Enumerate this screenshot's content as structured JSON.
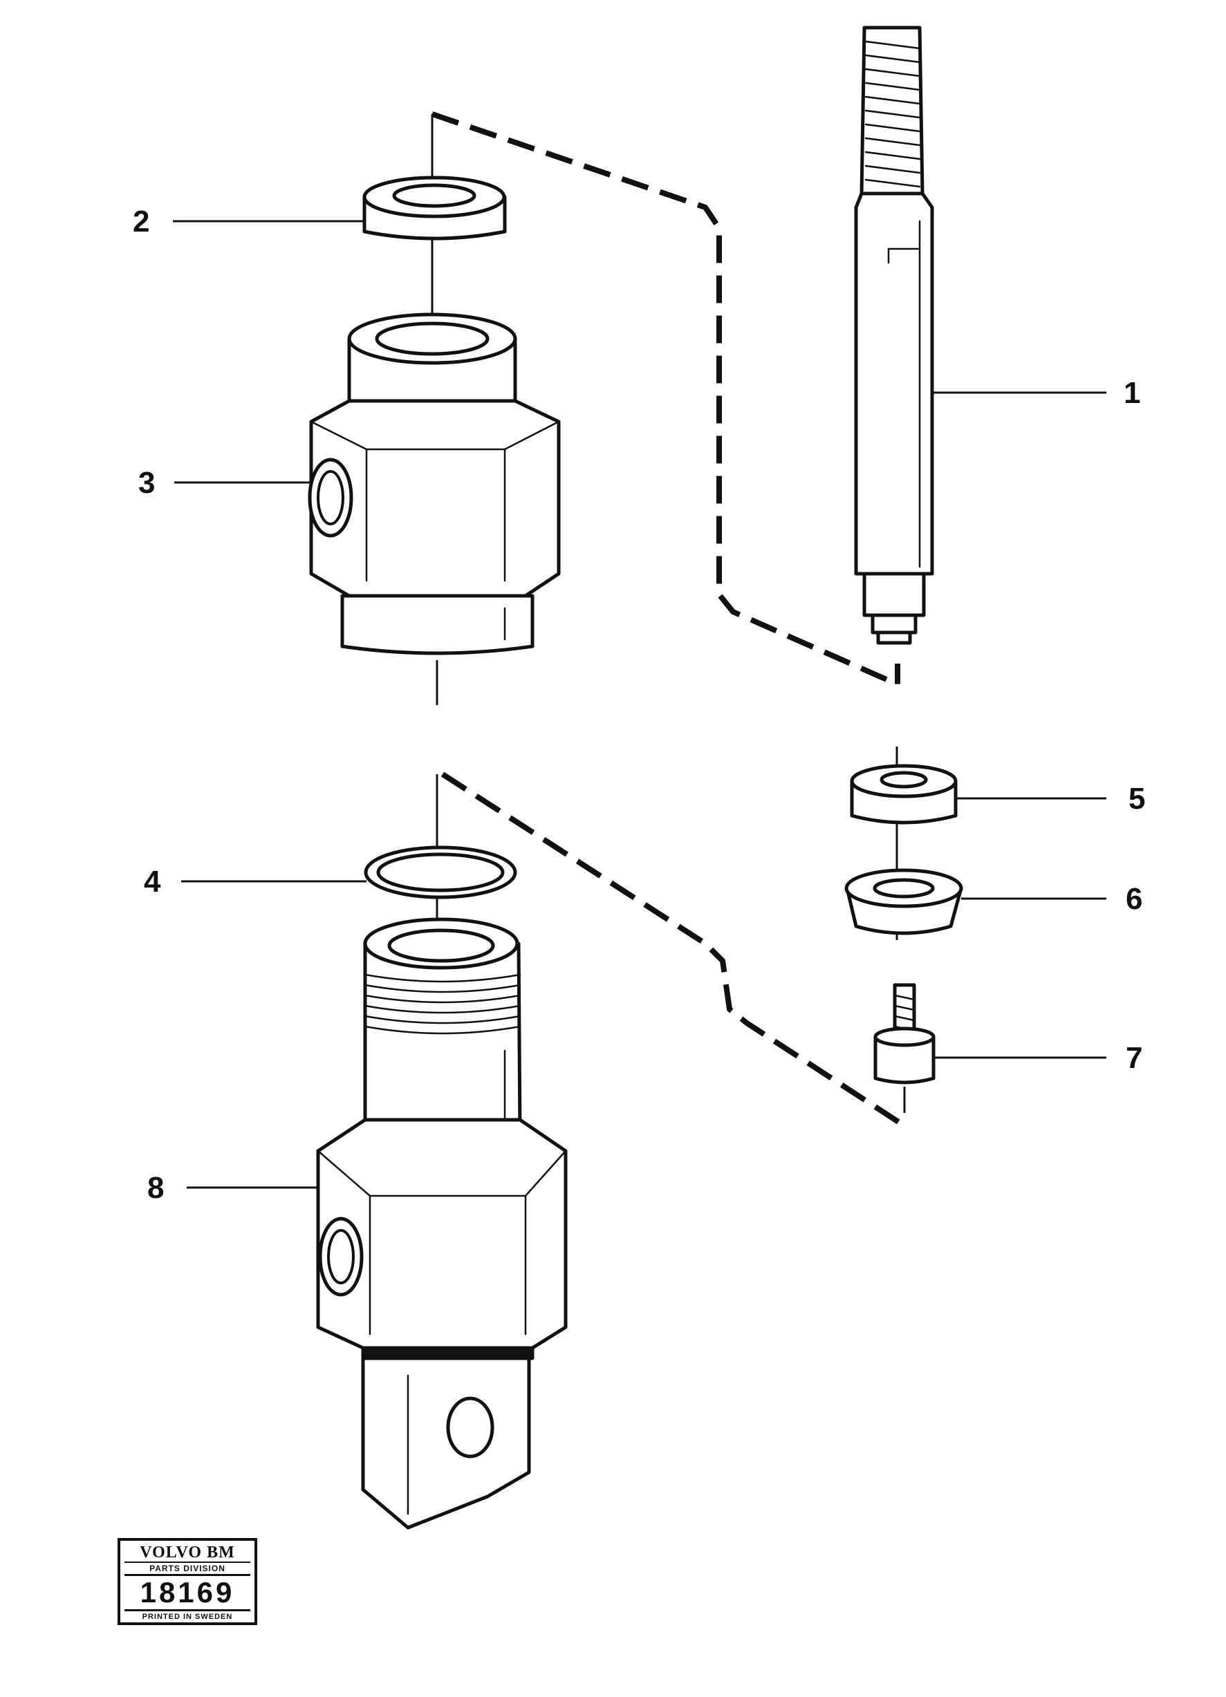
{
  "callouts": {
    "c1": "1",
    "c2": "2",
    "c3": "3",
    "c4": "4",
    "c5": "5",
    "c6": "6",
    "c7": "7",
    "c8": "8"
  },
  "stamp": {
    "brand": "VOLVO BM",
    "division": "PARTS DIVISION",
    "number": "18169",
    "footer": "PRINTED IN SWEDEN"
  }
}
